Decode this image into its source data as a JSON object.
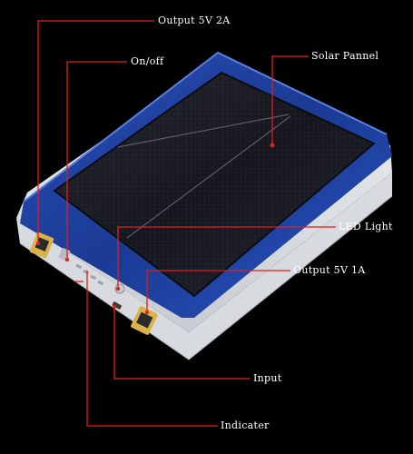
{
  "callouts": {
    "output_2a": "Output 5V 2A",
    "onoff": "On/off",
    "solar": "Solar Pannel",
    "led": "LED Light",
    "output_1a": "Output 5V 1A",
    "input": "Input",
    "indicater": "Indicater"
  },
  "colors": {
    "background": "#000000",
    "callout_line": "#e0201c",
    "frame_blue": "#1f3f9a",
    "solar_cell": "#1a1c26",
    "housing": "#e6e8ec"
  },
  "icon_names": [
    "solar-panel",
    "usb-port",
    "power-button",
    "led-indicator",
    "micro-usb-port"
  ]
}
